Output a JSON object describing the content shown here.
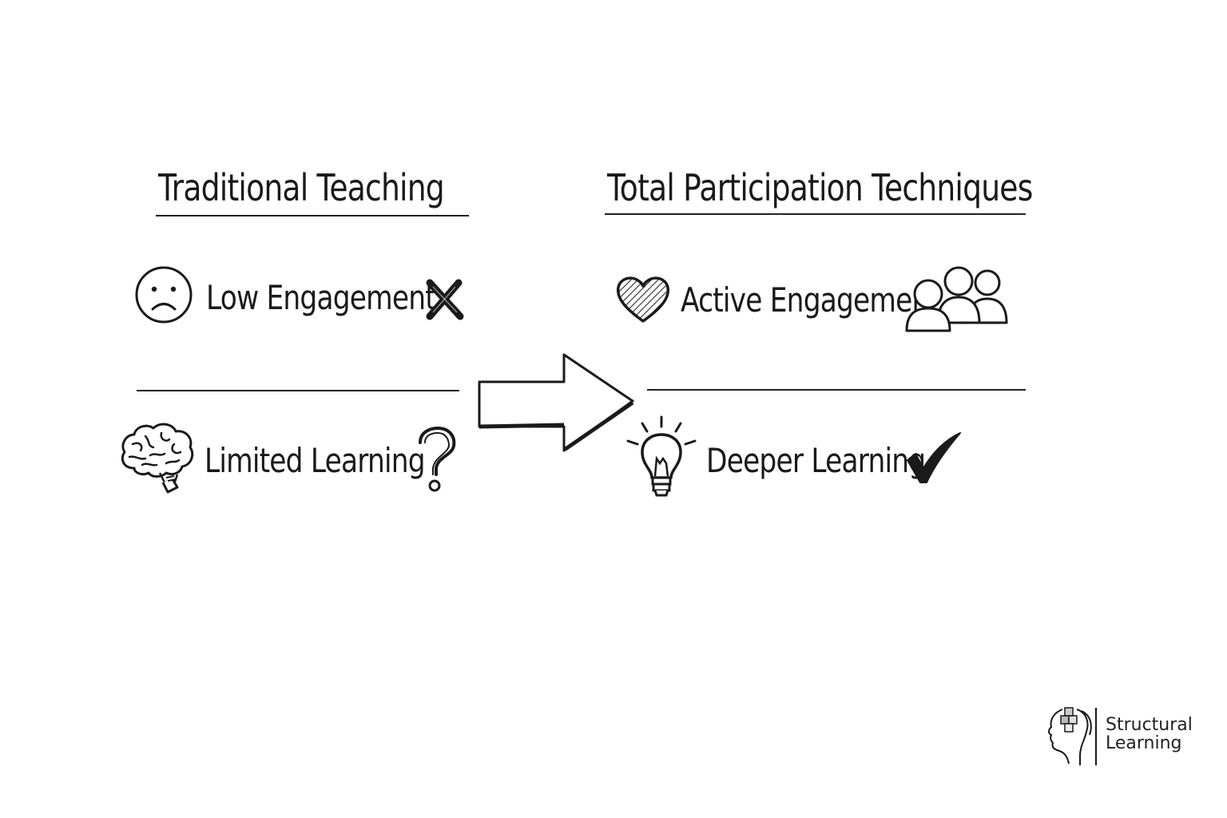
{
  "left": {
    "heading": "Traditional Teaching",
    "items": [
      {
        "label": "Low Engagement",
        "icon": "sad-face-icon",
        "marker": "cross-icon"
      },
      {
        "label": "Limited Learning",
        "icon": "brain-icon",
        "marker": "question-mark-icon"
      }
    ]
  },
  "right": {
    "heading": "Total Participation Techniques",
    "items": [
      {
        "label": "Active Engagement",
        "icon": "heart-icon",
        "marker": "group-people-icon"
      },
      {
        "label": "Deeper Learning",
        "icon": "lightbulb-icon",
        "marker": "checkmark-icon"
      }
    ]
  },
  "arrow": {
    "icon": "right-arrow-icon"
  },
  "logo": {
    "line1": "Structural",
    "line2": "Learning",
    "icon": "head-puzzle-icon"
  }
}
